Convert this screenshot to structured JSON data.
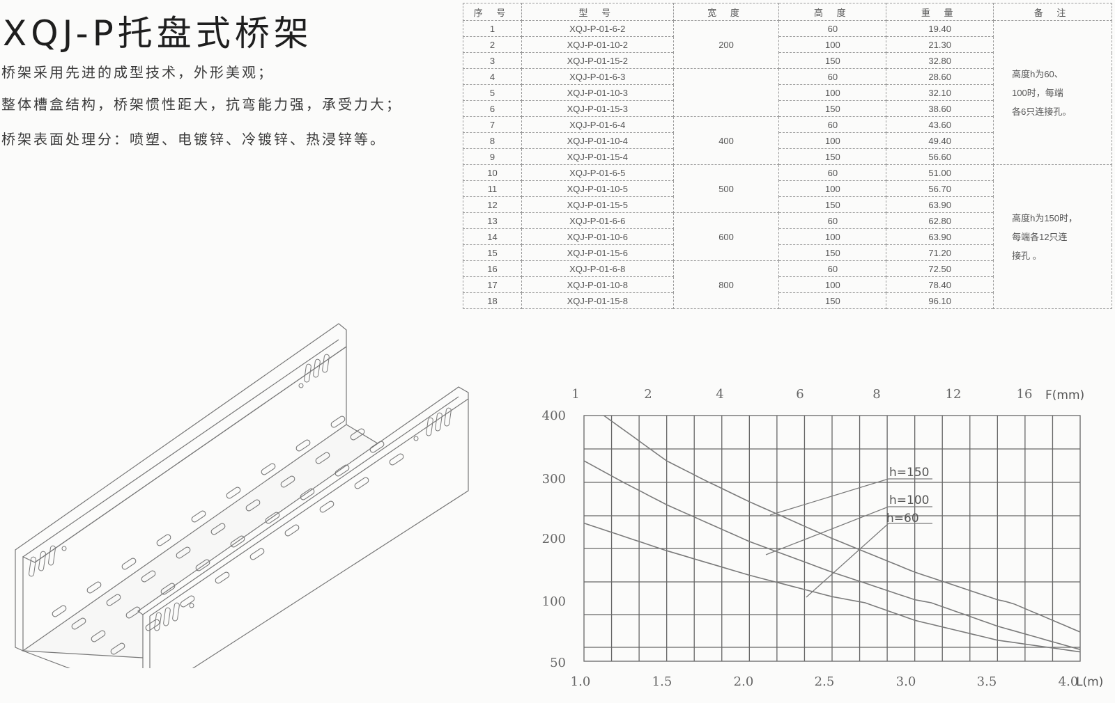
{
  "header": {
    "title": "XQJ-P托盘式桥架",
    "description": [
      "桥架采用先进的成型技术，外形美观；",
      "整体槽盒结构，桥架惯性距大，抗弯能力强，承受力大；",
      "桥架表面处理分：喷塑、电镀锌、冷镀锌、热浸锌等。"
    ]
  },
  "spec_table": {
    "headers": [
      "序 号",
      "型 号",
      "宽 度",
      "高 度",
      "重 量",
      "备 注"
    ],
    "rows": [
      {
        "no": "1",
        "model": "XQJ-P-01-6-2",
        "width": "200",
        "height": "60",
        "weight": "19.40"
      },
      {
        "no": "2",
        "model": "XQJ-P-01-10-2",
        "width": "200",
        "height": "100",
        "weight": "21.30"
      },
      {
        "no": "3",
        "model": "XQJ-P-01-15-2",
        "width": "200",
        "height": "150",
        "weight": "32.80"
      },
      {
        "no": "4",
        "model": "XQJ-P-01-6-3",
        "width": "",
        "height": "60",
        "weight": "28.60"
      },
      {
        "no": "5",
        "model": "XQJ-P-01-10-3",
        "width": "",
        "height": "100",
        "weight": "32.10"
      },
      {
        "no": "6",
        "model": "XQJ-P-01-15-3",
        "width": "",
        "height": "150",
        "weight": "38.60"
      },
      {
        "no": "7",
        "model": "XQJ-P-01-6-4",
        "width": "400",
        "height": "60",
        "weight": "43.60"
      },
      {
        "no": "8",
        "model": "XQJ-P-01-10-4",
        "width": "400",
        "height": "100",
        "weight": "49.40"
      },
      {
        "no": "9",
        "model": "XQJ-P-01-15-4",
        "width": "400",
        "height": "150",
        "weight": "56.60"
      },
      {
        "no": "10",
        "model": "XQJ-P-01-6-5",
        "width": "500",
        "height": "60",
        "weight": "51.00"
      },
      {
        "no": "11",
        "model": "XQJ-P-01-10-5",
        "width": "500",
        "height": "100",
        "weight": "56.70"
      },
      {
        "no": "12",
        "model": "XQJ-P-01-15-5",
        "width": "500",
        "height": "150",
        "weight": "63.90"
      },
      {
        "no": "13",
        "model": "XQJ-P-01-6-6",
        "width": "600",
        "height": "60",
        "weight": "62.80"
      },
      {
        "no": "14",
        "model": "XQJ-P-01-10-6",
        "width": "600",
        "height": "100",
        "weight": "63.90"
      },
      {
        "no": "15",
        "model": "XQJ-P-01-15-6",
        "width": "600",
        "height": "150",
        "weight": "71.20"
      },
      {
        "no": "16",
        "model": "XQJ-P-01-6-8",
        "width": "800",
        "height": "60",
        "weight": "72.50"
      },
      {
        "no": "17",
        "model": "XQJ-P-01-10-8",
        "width": "800",
        "height": "100",
        "weight": "78.40"
      },
      {
        "no": "18",
        "model": "XQJ-P-01-15-8",
        "width": "800",
        "height": "150",
        "weight": "96.10"
      }
    ],
    "width_groups": [
      {
        "label": "200",
        "rowspan": 3
      },
      {
        "label": "",
        "rowspan": 3
      },
      {
        "label": "400",
        "rowspan": 3
      },
      {
        "label": "500",
        "rowspan": 3
      },
      {
        "label": "600",
        "rowspan": 3
      },
      {
        "label": "800",
        "rowspan": 3
      }
    ],
    "notes": [
      [
        "高度h为60、",
        "100时，每端",
        "各6只连接孔。"
      ],
      [
        "高度h为150时，",
        "每端各12只连",
        "接孔 。"
      ]
    ]
  },
  "chart_data": {
    "type": "line",
    "title": "",
    "xlabel": "L(m)",
    "x2label": "F(mm)",
    "ylabel": "",
    "x_ticks": [
      "1.0",
      "1.5",
      "2.0",
      "2.5",
      "3.0",
      "3.5",
      "4.0"
    ],
    "x2_ticks": [
      "1",
      "2",
      "4",
      "6",
      "8",
      "12",
      "16"
    ],
    "y_ticks": [
      "400",
      "300",
      "200",
      "100",
      "50"
    ],
    "xlim": [
      1.0,
      4.0
    ],
    "grid": true,
    "series": [
      {
        "name": "h=150",
        "x": [
          1.12,
          1.5,
          2.0,
          2.5,
          3.0,
          3.5,
          4.0
        ],
        "y": [
          400,
          330,
          265,
          205,
          150,
          105,
          75
        ]
      },
      {
        "name": "h=100",
        "x": [
          1.0,
          1.5,
          2.0,
          2.5,
          3.0,
          3.5,
          4.0
        ],
        "y": [
          330,
          260,
          200,
          150,
          105,
          80,
          60
        ]
      },
      {
        "name": "h=60",
        "x": [
          1.0,
          1.5,
          2.0,
          2.5,
          3.0,
          3.5,
          4.0
        ],
        "y": [
          230,
          185,
          145,
          110,
          85,
          68,
          58
        ]
      }
    ],
    "annotations": [
      "h=150",
      "h=100",
      "h=60"
    ]
  }
}
